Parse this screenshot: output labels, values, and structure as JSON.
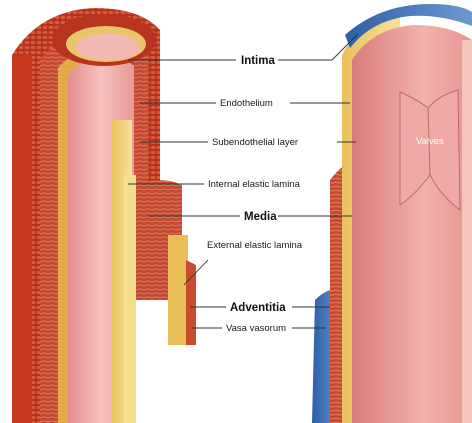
{
  "labels": {
    "intima": "Intima",
    "endothelium": "Endothelium",
    "subendothelial": "Subendothelial layer",
    "internal_elastic": "Internal elastic lamina",
    "media": "Media",
    "external_elastic": "External elastic lamina",
    "adventitia": "Adventitia",
    "vasa_vasorum": "Vasa vasorum",
    "valves": "Valves"
  },
  "colors": {
    "adventitia": "#b8321c",
    "media": "#c0432a",
    "intima_lumen": "#f1a6a6",
    "elastic": "#f0d27a",
    "vein_blue": "#3f6fb3",
    "background": "#ffffff"
  }
}
